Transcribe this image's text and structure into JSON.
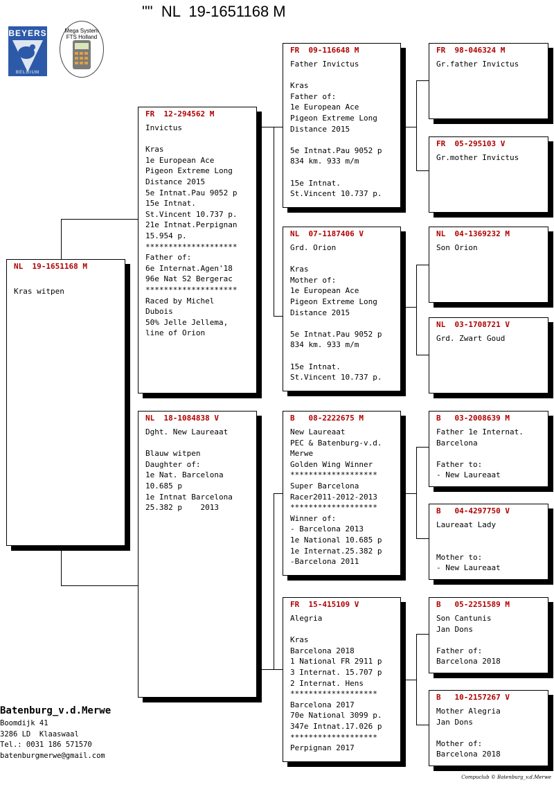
{
  "header": {
    "title": "\"\"  NL  19-1651168 M"
  },
  "logos": {
    "beyers_text": "BEYERS",
    "beyers_sub": "BELGIUM",
    "mega_line1": "Mega System",
    "mega_line2": "FTS  Holland"
  },
  "colors": {
    "ring": "#b00000",
    "beyers_blue": "#2d5aa8"
  },
  "pigeons": {
    "subject": {
      "ring": "NL  19-1651168 M",
      "lines": [
        "",
        "Kras witpen"
      ]
    },
    "father": {
      "ring": "FR  12-294562 M",
      "lines": [
        "Invictus",
        "",
        "Kras",
        "1e European Ace",
        "Pigeon Extreme Long",
        "Distance 2015",
        "5e Intnat.Pau 9052 p",
        "15e Intnat.",
        "St.Vincent 10.737 p.",
        "21e Intnat.Perpignan",
        "15.954 p.",
        "********************",
        "Father of:",
        "6e Internat.Agen'18",
        "96e Nat S2 Bergerac",
        "********************",
        "Raced by Michel",
        "Dubois",
        "50% Jelle Jellema,",
        "line of Orion"
      ]
    },
    "mother": {
      "ring": "NL  18-1084838 V",
      "lines": [
        "Dght. New Laureaat",
        "",
        "Blauw witpen",
        "Daughter of:",
        "1e Nat. Barcelona",
        "10.685 p",
        "1e Intnat Barcelona",
        "25.382 p    2013"
      ]
    },
    "ff": {
      "ring": "FR  09-116648 M",
      "lines": [
        "Father Invictus",
        "",
        "Kras",
        "Father of:",
        "1e European Ace",
        "Pigeon Extreme Long",
        "Distance 2015",
        "",
        "5e Intnat.Pau 9052 p",
        "834 km. 933 m/m",
        "",
        "15e Intnat.",
        "St.Vincent 10.737 p."
      ]
    },
    "fm": {
      "ring": "NL  07-1187406 V",
      "lines": [
        "Grd. Orion",
        "",
        "Kras",
        "Mother of:",
        "1e European Ace",
        "Pigeon Extreme Long",
        "Distance 2015",
        "",
        "5e Intnat.Pau 9052 p",
        "834 km. 933 m/m",
        "",
        "15e Intnat.",
        "St.Vincent 10.737 p."
      ]
    },
    "mf": {
      "ring": "B   08-2222675 M",
      "lines": [
        "New Laureaat",
        "PEC & Batenburg-v.d.",
        "Merwe",
        "Golden Wing Winner",
        "*******************",
        "Super Barcelona",
        "Racer2011-2012-2013",
        "*******************",
        "Winner of:",
        "- Barcelona 2013",
        "1e National 10.685 p",
        "1e Internat.25.382 p",
        "-Barcelona 2011"
      ]
    },
    "mm": {
      "ring": "FR  15-415109 V",
      "lines": [
        "Alegria",
        "",
        "Kras",
        "Barcelona 2018",
        "1 National FR 2911 p",
        "3 Internat. 15.707 p",
        "2 Internat. Hens",
        "*******************",
        "Barcelona 2017",
        "70e National 3099 p.",
        "347e Intnat.17.026 p",
        "*******************",
        "Perpignan 2017"
      ]
    },
    "fff": {
      "ring": "FR  98-046324 M",
      "lines": [
        "Gr.father Invictus"
      ]
    },
    "ffm": {
      "ring": "FR  05-295103 V",
      "lines": [
        "Gr.mother Invictus"
      ]
    },
    "fmf": {
      "ring": "NL  04-1369232 M",
      "lines": [
        "Son Orion"
      ]
    },
    "fmm": {
      "ring": "NL  03-1708721 V",
      "lines": [
        "Grd. Zwart Goud"
      ]
    },
    "mff": {
      "ring": "B   03-2008639 M",
      "lines": [
        "Father 1e Internat.",
        "Barcelona",
        "",
        "Father to:",
        "- New Laureaat"
      ]
    },
    "mfm": {
      "ring": "B   04-4297750 V",
      "lines": [
        "Laureaat Lady",
        "",
        "",
        "Mother to:",
        "- New Laureaat"
      ]
    },
    "mmf": {
      "ring": "B   05-2251589 M",
      "lines": [
        "Son Cantunis",
        "Jan Dons",
        "",
        "Father of:",
        "Barcelona 2018"
      ]
    },
    "mmm": {
      "ring": "B   10-2157267 V",
      "lines": [
        "Mother Alegria",
        "Jan Dons",
        "",
        "Mother of:",
        "Barcelona 2018"
      ]
    }
  },
  "owner": {
    "name": "Batenburg_v.d.Merwe",
    "address1": "Boomdijk 41",
    "address2": "3286 LD  Klaaswaal",
    "phone": "Tel.: 0031 186 571570",
    "email": "batenburgmerwe@gmail.com"
  },
  "credit": "Compuclub © Batenburg_v.d.Merwe"
}
